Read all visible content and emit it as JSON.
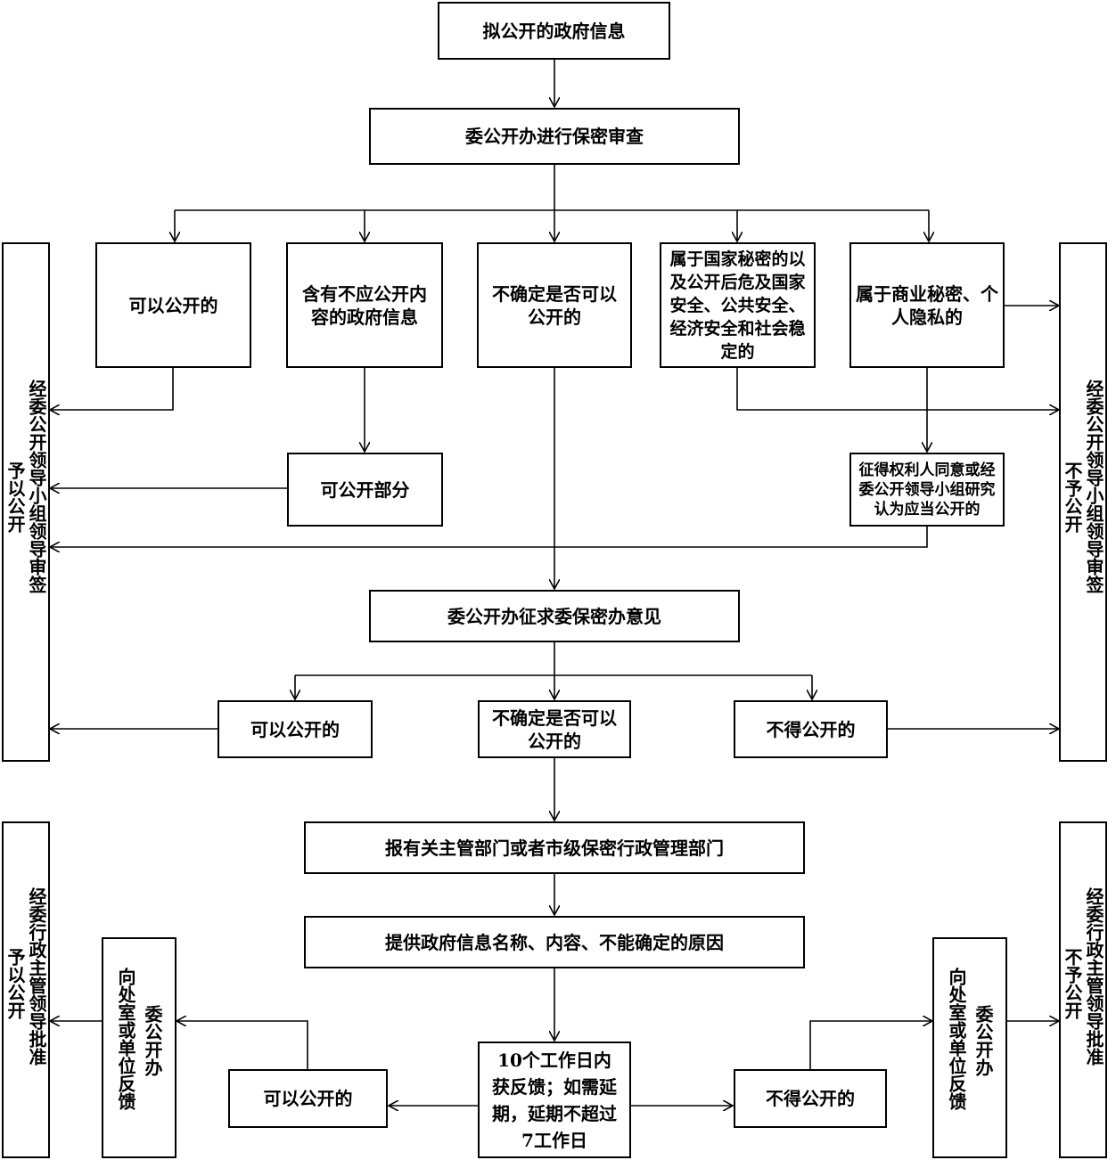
{
  "nodes": {
    "start": "拟公开的政府信息",
    "review": "委公开办进行保密审查",
    "can_open": "可以公开的",
    "contains_non_public": "含有不应公开内容的政府信息",
    "uncertain": "不确定是否可以公开的",
    "state_secret": "属于国家秘密的以及公开后危及国家安全、公共安全、经济安全和社会稳定的",
    "commercial_secret": "属于商业秘密、个人隐私的",
    "partial_open": "可公开部分",
    "consent": "征得权利人同意或经委公开领导小组研究认为应当公开的",
    "consult_secrecy": "委公开办征求委保密办意见",
    "can_open_2": "可以公开的",
    "uncertain_2": "不确定是否可以公开的",
    "cannot_open": "不得公开的",
    "report": "报有关主管部门或者市级保密行政管理部门",
    "provide": "提供政府信息名称、内容、不能确定的原因",
    "feedback_10days": "10个工作日内获反馈；如需延期，延期不超过7工作日",
    "can_open_3": "可以公开的",
    "cannot_open_3": "不得公开的"
  },
  "side_panels": {
    "left_top": {
      "col_a": "经委公开领导小组领导审签",
      "col_b": "予以公开"
    },
    "right_top": {
      "col_a": "经委公开领导小组领导审签",
      "col_b": "不予公开"
    },
    "left_bottom": {
      "col_a": "经委行政主管领导批准",
      "col_b": "予以公开"
    },
    "right_bottom": {
      "col_a": "经委行政主管领导批准",
      "col_b": "不予公开"
    },
    "left_feedback": {
      "col_a": "委公开办",
      "col_b": "向处室或单位反馈"
    },
    "right_feedback": {
      "col_a": "委公开办",
      "col_b": "向处室或单位反馈"
    }
  }
}
